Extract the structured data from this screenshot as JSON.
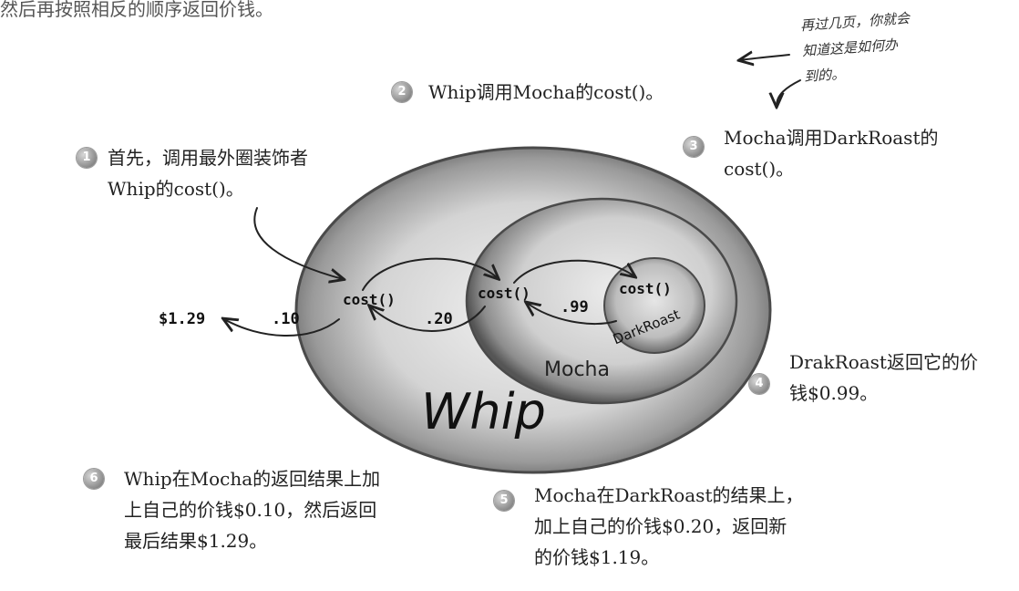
{
  "top_strip": "然后再按照相反的顺序返回价钱。",
  "handwritten_note": [
    "再过几页，你就会",
    "知道这是如何办",
    "到的。"
  ],
  "steps": [
    {
      "num": "1",
      "lines": [
        "首先，调用最外圈装饰者",
        "Whip的cost()。"
      ]
    },
    {
      "num": "2",
      "lines": [
        "Whip调用Mocha的cost()。"
      ]
    },
    {
      "num": "3",
      "lines": [
        "Mocha调用DarkRoast的",
        "cost()。"
      ]
    },
    {
      "num": "4",
      "lines": [
        "DrakRoast返回它的价",
        "钱$0.99。"
      ]
    },
    {
      "num": "5",
      "lines": [
        "Mocha在DarkRoast的结果上，",
        "加上自己的价钱$0.20，返回新",
        "的价钱$1.19。"
      ]
    },
    {
      "num": "6",
      "lines": [
        "Whip在Mocha的返回结果上加",
        "上自己的价钱$0.10，然后返回",
        "最后结果$1.29。"
      ]
    }
  ],
  "diagram": {
    "layers": {
      "outer": "Whip",
      "middle": "Mocha",
      "inner": "DarkRoast"
    },
    "method_label": "cost()",
    "prices": {
      "result": "$1.29",
      "whip": ".10",
      "mocha": ".20",
      "darkroast": ".99"
    }
  }
}
